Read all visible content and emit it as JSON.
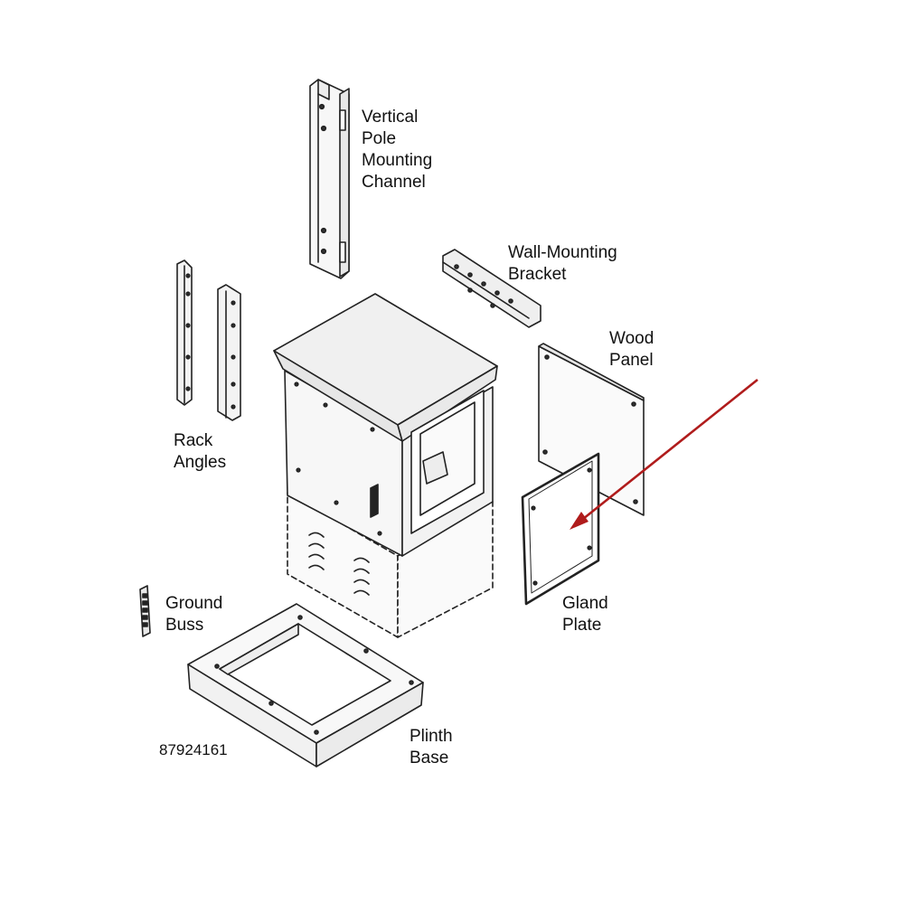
{
  "labels": {
    "vertical_pole_channel": [
      "Vertical",
      "Pole",
      "Mounting",
      "Channel"
    ],
    "wall_mounting_bracket": [
      "Wall-Mounting",
      "Bracket"
    ],
    "wood_panel": [
      "Wood",
      "Panel"
    ],
    "rack_angles": [
      "Rack",
      "Angles"
    ],
    "ground_buss": [
      "Ground",
      "Buss"
    ],
    "gland_plate": [
      "Gland",
      "Plate"
    ],
    "plinth_base": [
      "Plinth",
      "Base"
    ]
  },
  "part_number": "87924161",
  "colors": {
    "line": "#222222",
    "fill": "#f2f2f2",
    "arrow": "#b01c1c"
  },
  "icons": {
    "arrow": "callout-arrow-icon"
  }
}
